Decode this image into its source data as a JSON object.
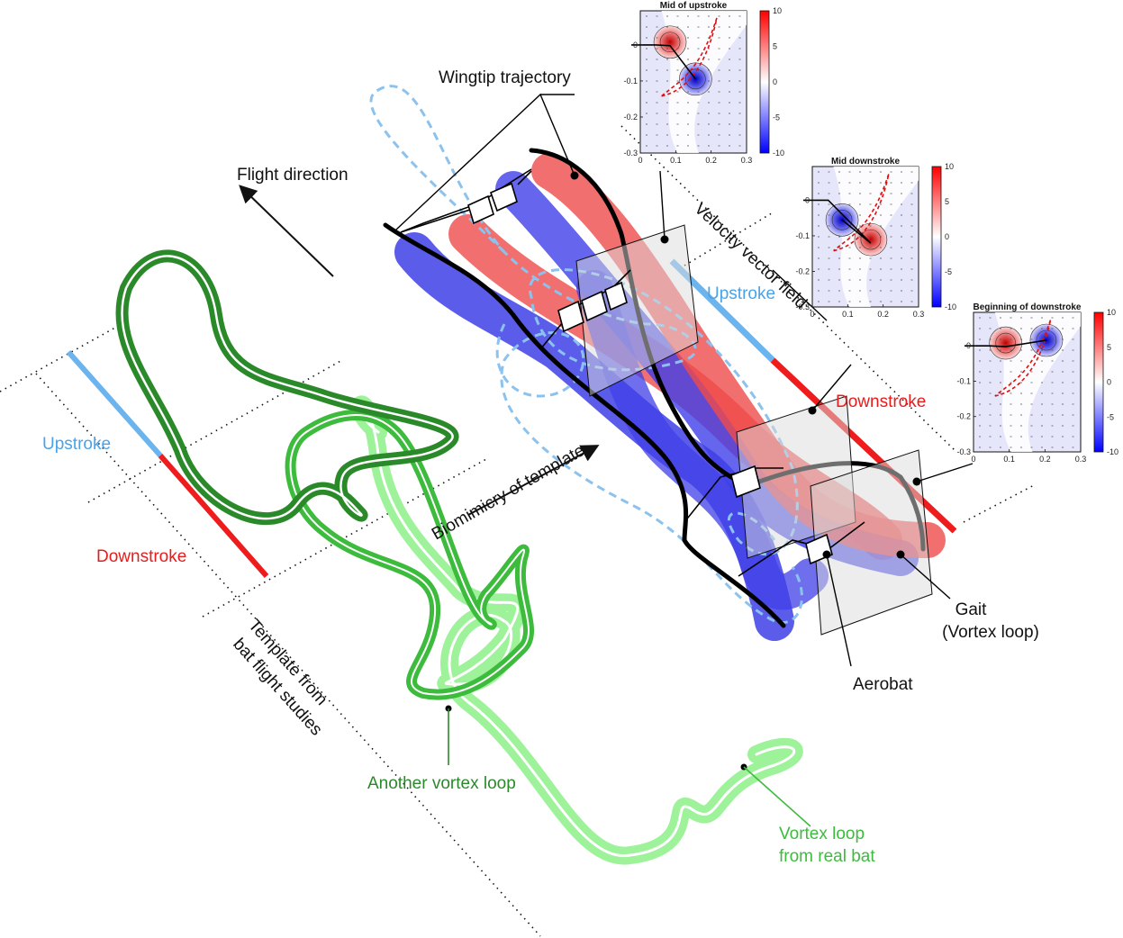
{
  "labels": {
    "wingtip_trajectory": "Wingtip trajectory",
    "flight_direction": "Flight direction",
    "velocity_vector_field": "Velocity vector field",
    "upstroke_left": "Upstroke",
    "downstroke_left": "Downstroke",
    "upstroke_right": "Upstroke",
    "downstroke_right": "Downstroke",
    "biomimicry": "Biomimicry of template",
    "template_line1": "Template from",
    "template_line2": "bat flight studies",
    "gait_line1": "Gait",
    "gait_line2": "(Vortex loop)",
    "aerobat": "Aerobat",
    "another_vortex_loop": "Another vortex loop",
    "real_bat_line1": "Vortex loop",
    "real_bat_line2": "from real bat"
  },
  "colors": {
    "upstroke": "#6cb4ee",
    "downstroke": "#ee1c1c",
    "vortex_red": "#ef4b4b",
    "vortex_blue": "#3f3fe8",
    "green_dark": "#2a8a2a",
    "green_mid": "#3dbb3d",
    "green_light": "#9df29a",
    "dashed": "#8cc2ee"
  },
  "insets": [
    {
      "title": "Mid of upstroke",
      "x_ticks": [
        "0",
        "0.1",
        "0.2",
        "0.3"
      ],
      "y_ticks": [
        "0",
        "-0.1",
        "-0.2",
        "-0.3"
      ],
      "colorbar_ticks": [
        "10",
        "5",
        "0",
        "-5",
        "-10"
      ]
    },
    {
      "title": "Mid downstroke",
      "x_ticks": [
        "0",
        "0.1",
        "0.2",
        "0.3"
      ],
      "y_ticks": [
        "0",
        "-0.1",
        "-0.2",
        "-0.3"
      ],
      "colorbar_ticks": [
        "10",
        "5",
        "0",
        "-5",
        "-10"
      ]
    },
    {
      "title": "Beginning of downstroke",
      "x_ticks": [
        "0",
        "0.1",
        "0.2",
        "0.3"
      ],
      "y_ticks": [
        "0",
        "-0.1",
        "-0.2",
        "-0.3"
      ],
      "colorbar_ticks": [
        "10",
        "5",
        "0",
        "-5",
        "-10"
      ]
    }
  ]
}
